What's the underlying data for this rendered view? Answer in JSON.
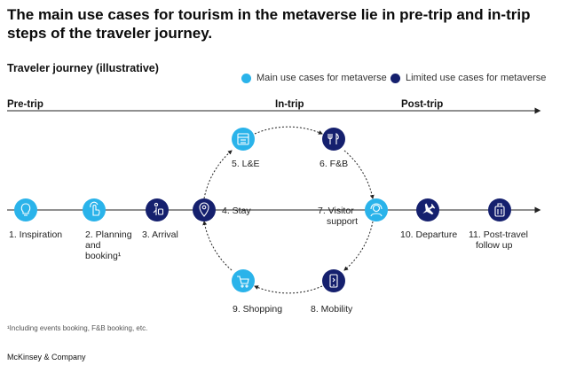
{
  "title": "The main use cases for tourism in the metaverse lie in pre-trip and in-trip steps of the traveler journey.",
  "subtitle": "Traveler journey (illustrative)",
  "legend": [
    {
      "label": "Main use cases for metaverse",
      "color": "#2ab3ea"
    },
    {
      "label": "Limited use cases for metaverse",
      "color": "#15206e"
    }
  ],
  "phases": [
    "Pre-trip",
    "In-trip",
    "Post-trip"
  ],
  "nodes": [
    {
      "id": "inspiration",
      "label": [
        "1. Inspiration"
      ],
      "type": "main",
      "icon": "lightbulb-icon"
    },
    {
      "id": "planning",
      "label": [
        "2. Planning",
        "and",
        "booking¹"
      ],
      "type": "main",
      "icon": "hand-touch-icon"
    },
    {
      "id": "arrival",
      "label": [
        "3. Arrival"
      ],
      "type": "limited",
      "icon": "traveler-luggage-icon"
    },
    {
      "id": "stay",
      "label": [
        "4. Stay"
      ],
      "type": "limited",
      "icon": "location-pin-icon"
    },
    {
      "id": "le",
      "label": [
        "5. L&E"
      ],
      "type": "main",
      "icon": "calendar-icon"
    },
    {
      "id": "fb",
      "label": [
        "6. F&B"
      ],
      "type": "limited",
      "icon": "cutlery-icon"
    },
    {
      "id": "visitor",
      "label": [
        "7. Visitor",
        "support"
      ],
      "type": "main",
      "icon": "support-agent-icon"
    },
    {
      "id": "mobility",
      "label": [
        "8. Mobility"
      ],
      "type": "limited",
      "icon": "mobile-phone-icon"
    },
    {
      "id": "shopping",
      "label": [
        "9. Shopping"
      ],
      "type": "main",
      "icon": "shopping-cart-icon"
    },
    {
      "id": "departure",
      "label": [
        "10. Departure"
      ],
      "type": "limited",
      "icon": "airplane-icon"
    },
    {
      "id": "posttravel",
      "label": [
        "11. Post-travel",
        "follow up"
      ],
      "type": "limited",
      "icon": "suitcase-icon"
    }
  ],
  "footnote": "¹Including events booking, F&B booking, etc.",
  "brand": "McKinsey & Company"
}
